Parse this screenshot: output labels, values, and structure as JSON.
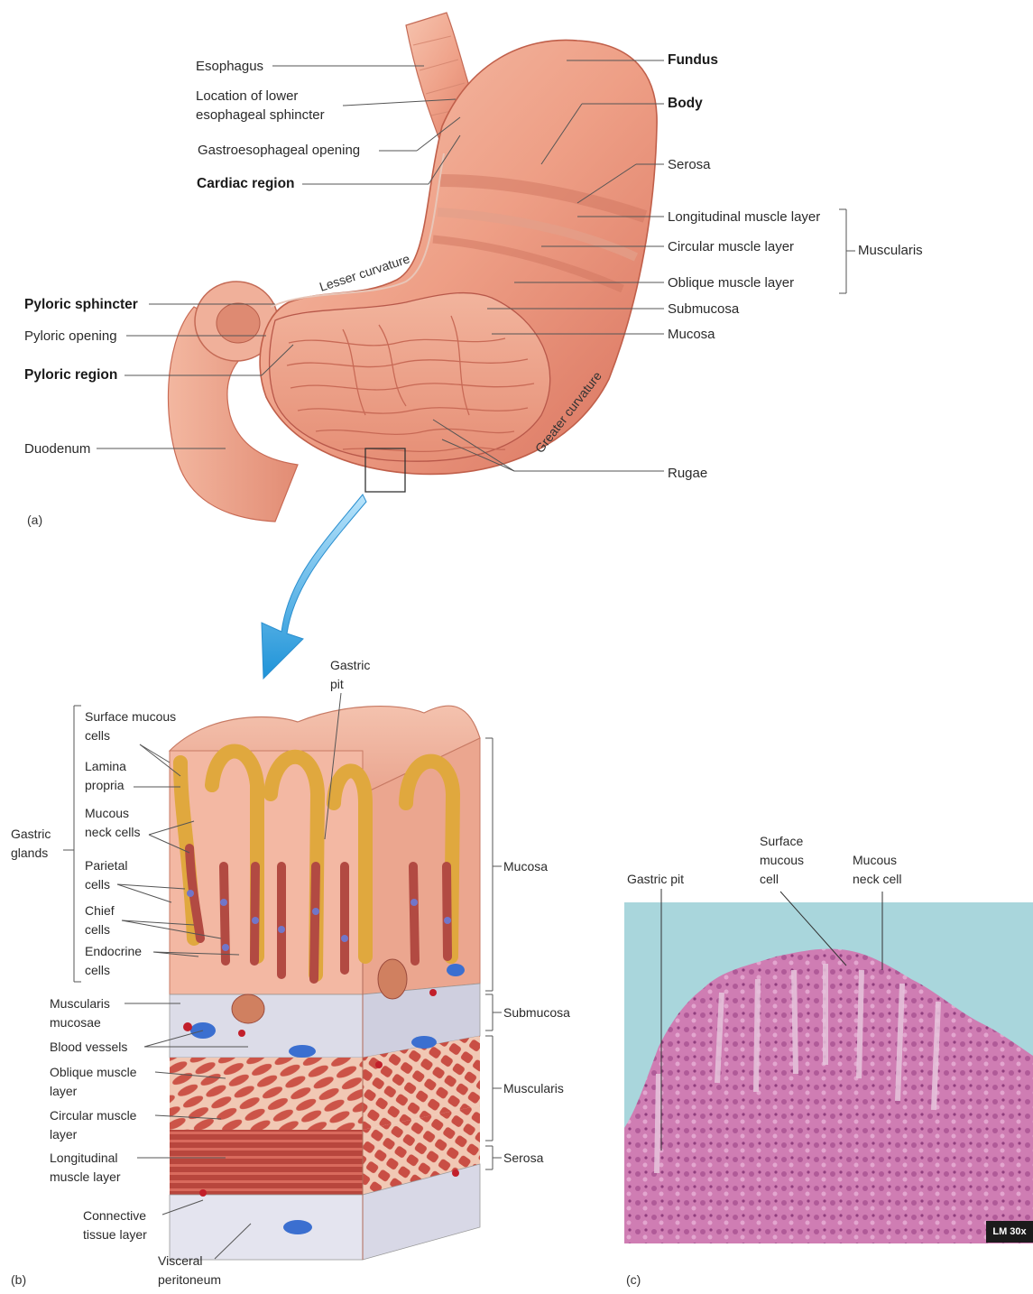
{
  "panel_a": {
    "tag": "(a)",
    "labels": {
      "esophagus": "Esophagus",
      "lower_sphincter": "Location of lower\nesophageal sphincter",
      "gastroesophageal_opening": "Gastroesophageal opening",
      "cardiac_region": "Cardiac region",
      "fundus": "Fundus",
      "body": "Body",
      "serosa": "Serosa",
      "longitudinal": "Longitudinal muscle layer",
      "circular": "Circular muscle layer",
      "oblique": "Oblique muscle layer",
      "muscularis": "Muscularis",
      "submucosa": "Submucosa",
      "mucosa": "Mucosa",
      "rugae": "Rugae",
      "pyloric_sphincter": "Pyloric sphincter",
      "pyloric_opening": "Pyloric opening",
      "pyloric_region": "Pyloric region",
      "duodenum": "Duodenum",
      "lesser_curvature": "Lesser curvature",
      "greater_curvature": "Greater curvature"
    }
  },
  "panel_b": {
    "tag": "(b)",
    "labels": {
      "gastric_pit": "Gastric\npit",
      "surface_mucous": "Surface mucous\ncells",
      "lamina_propria": "Lamina\npropria",
      "mucous_neck": "Mucous\nneck cells",
      "gastric_glands": "Gastric\nglands",
      "parietal": "Parietal\ncells",
      "chief": "Chief\ncells",
      "endocrine": "Endocrine\ncells",
      "muscularis_mucosae": "Muscularis\nmucosae",
      "blood_vessels": "Blood vessels",
      "oblique": "Oblique muscle\nlayer",
      "circular": "Circular muscle\nlayer",
      "longitudinal": "Longitudinal\nmuscle layer",
      "connective": "Connective\ntissue layer",
      "visceral": "Visceral\nperitoneum",
      "mucosa": "Mucosa",
      "submucosa": "Submucosa",
      "muscularis": "Muscularis",
      "serosa": "Serosa"
    }
  },
  "panel_c": {
    "tag": "(c)",
    "labels": {
      "gastric_pit": "Gastric pit",
      "surface_mucous": "Surface\nmucous\ncell",
      "mucous_neck": "Mucous\nneck cell"
    },
    "magnification": "LM 30x"
  },
  "colors": {
    "tissue": "#f0a58e",
    "tissue_dark": "#d9735e",
    "muscle": "#c9524a",
    "gland_yellow": "#e8b64a",
    "arrow_blue": "#3fa9e6",
    "micro_bg": "#a9d6dc",
    "micro_tissue": "#c76aa8"
  }
}
